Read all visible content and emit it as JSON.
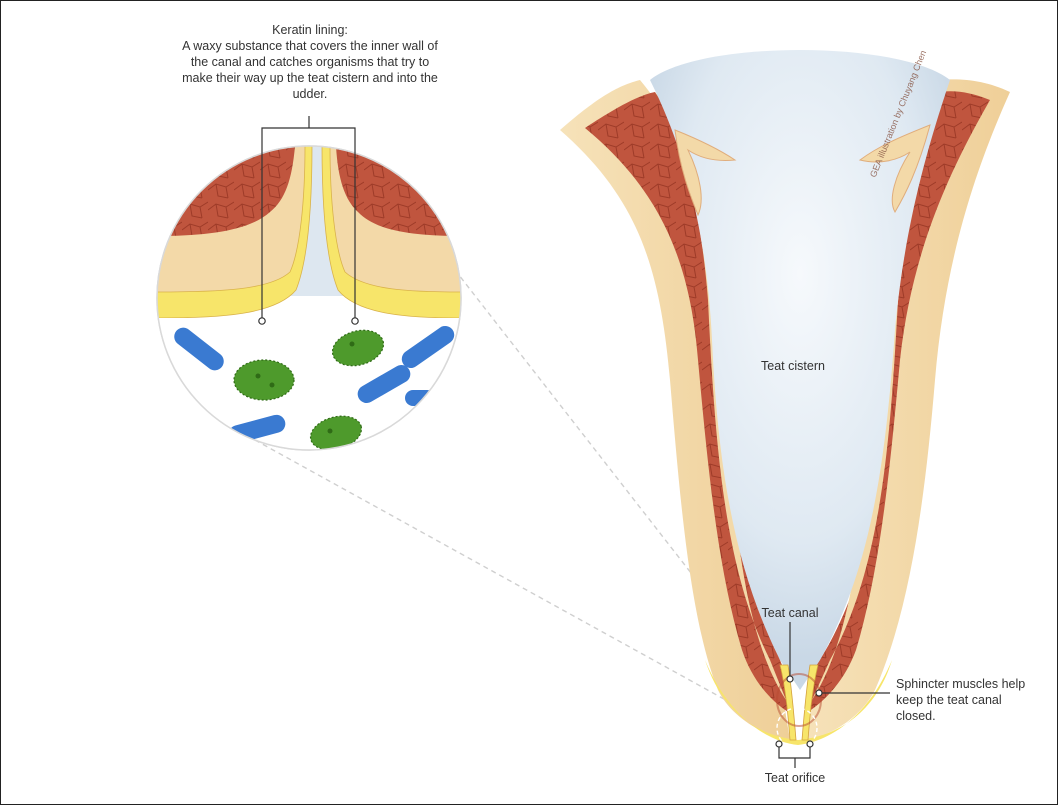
{
  "labels": {
    "keratin_title": "Keratin lining:",
    "keratin_desc": "A waxy substance that covers the inner wall of the canal and catches organisms that try to make their way up the teat cistern and into the udder.",
    "teat_cistern": "Teat cistern",
    "teat_canal": "Teat canal",
    "sphincter": "Sphincter muscles help keep the teat canal closed.",
    "teat_orifice": "Teat orifice"
  },
  "credit": "GEA illustration by Chuyang Chen",
  "colors": {
    "muscle": "#c0553e",
    "muscle_dark": "#a84330",
    "skin": "#f3d9a8",
    "skin_edge": "#e8b98a",
    "keratin": "#f7e56a",
    "cistern_fill": "#e3ecf3",
    "bacteria_green": "#4e9a2c",
    "bacteria_blue": "#3a7ad1",
    "leader": "#333333",
    "dashed": "#cfcfcf"
  },
  "icons": {
    "green_bacteria": "bacteria-icon",
    "blue_bacteria": "rod-bacteria-icon"
  }
}
